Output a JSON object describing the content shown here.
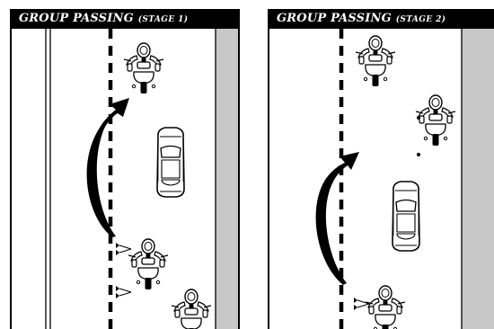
{
  "panels": [
    {
      "title_main": "GROUP PASSING",
      "title_stage": "(STAGE 1)"
    },
    {
      "title_main": "GROUP PASSING",
      "title_stage": "(STAGE 2)"
    }
  ],
  "colors": {
    "ink": "#000000",
    "shoulder": "#c8c8c8",
    "road": "#ffffff"
  },
  "icons": [
    "motorcycle-icon",
    "car-icon",
    "pass-arrow-icon",
    "signal-icon"
  ]
}
